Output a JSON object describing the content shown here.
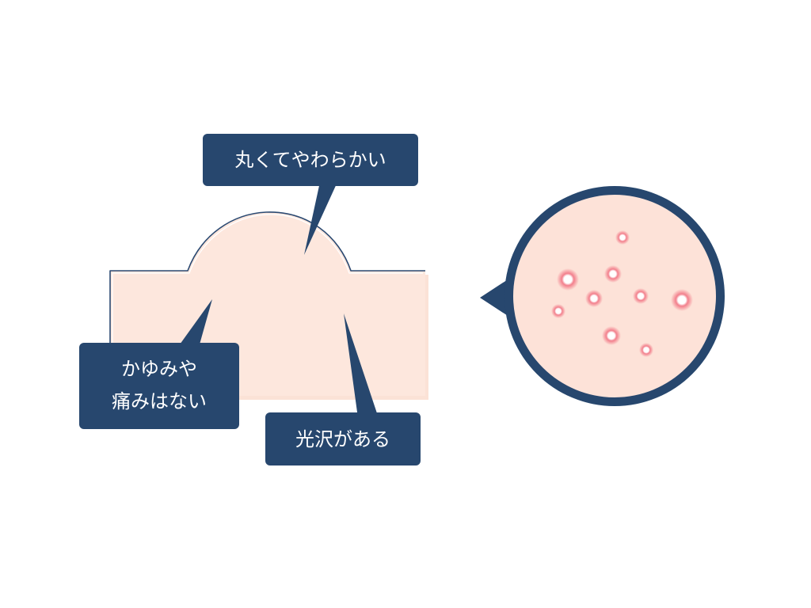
{
  "colors": {
    "skin_fill": "#fde6dc",
    "skin_outline": "#2b4a72",
    "callout_fill": "#27476e",
    "callout_text": "#ffffff",
    "spot_core": "#fff4f4",
    "spot_halo": "#f06a7a"
  },
  "labels": {
    "soft_round": "丸くてやわらかい",
    "no_itch_line1": "かゆみや",
    "no_itch_line2": "痛みはない",
    "glossy": "光沢がある"
  }
}
